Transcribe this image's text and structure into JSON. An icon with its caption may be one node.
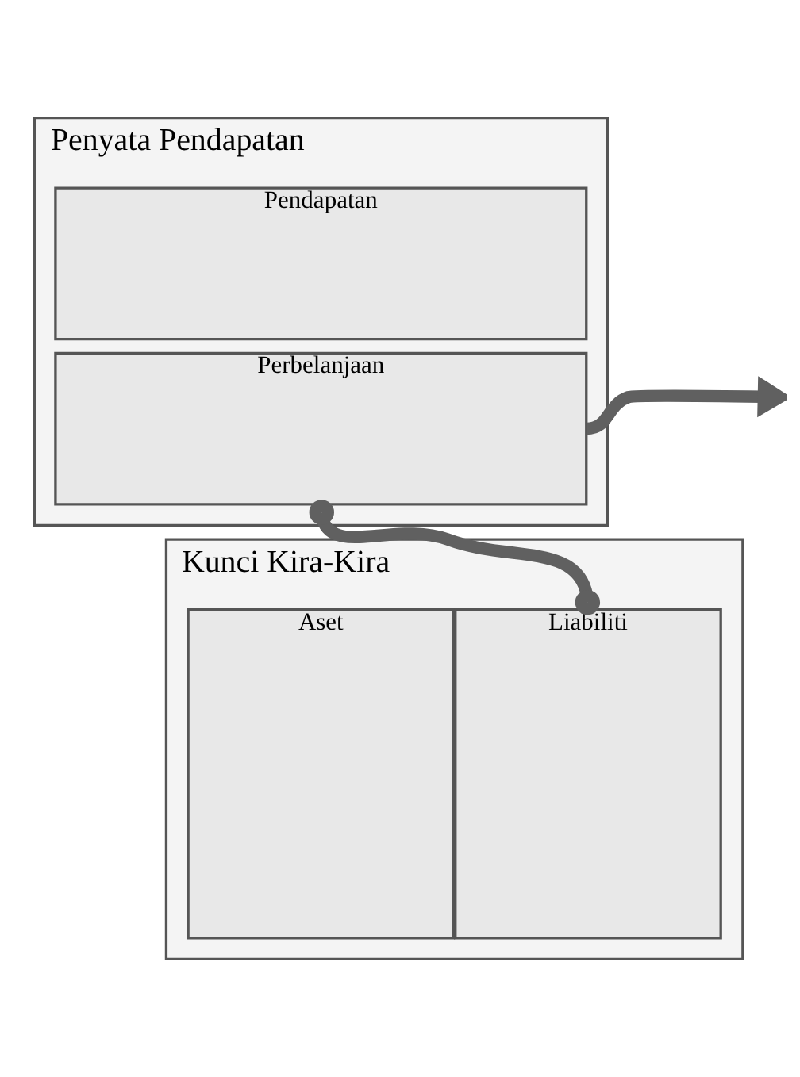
{
  "diagram": {
    "nodes": [
      {
        "text": [
          "Penyata Pendapatan"
        ]
      },
      {
        "text": [
          "Pendapatan"
        ],
        "in": 0
      },
      {
        "text": [
          "Perbelanjaan"
        ],
        "in": 0
      },
      {
        "text": [
          "Kunci Kira-Kira"
        ]
      },
      {
        "text": [
          "Aset"
        ],
        "in": 3
      },
      {
        "text": [
          "Liabiliti"
        ],
        "in": 3
      }
    ],
    "edges": [
      {
        "from": 5,
        "to": 2,
        "arrow": "other"
      },
      {
        "from": 2,
        "to": null,
        "arrow": "to"
      }
    ]
  }
}
